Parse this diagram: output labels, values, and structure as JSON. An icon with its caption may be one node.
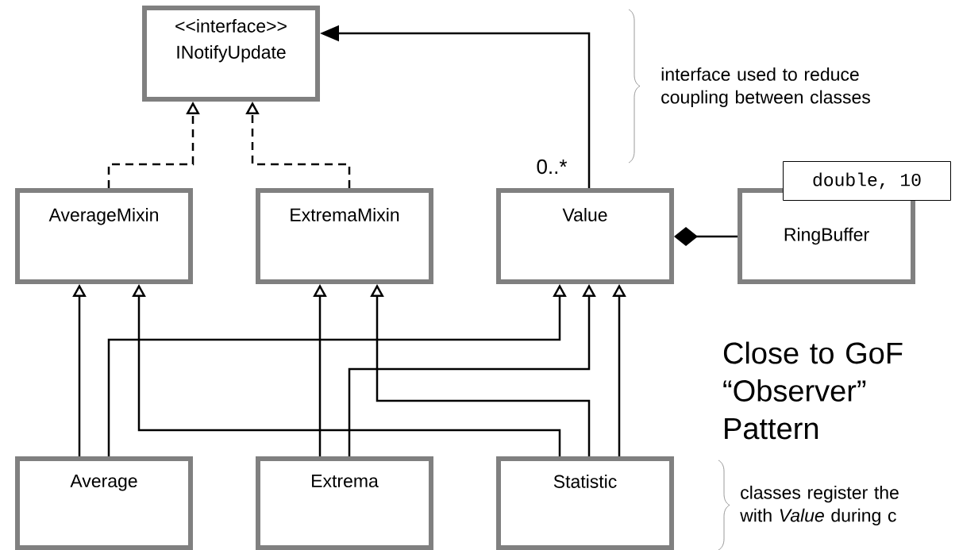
{
  "diagram": {
    "nodes": [
      {
        "text": [
          "<<interface>>",
          "INotifyUpdate"
        ]
      },
      {
        "text": [
          "AverageMixin"
        ]
      },
      {
        "text": [
          "ExtremaMixin"
        ]
      },
      {
        "text": [
          "Value"
        ]
      },
      {
        "text": [
          "RingBuffer"
        ],
        "beside": [
          "double, 10"
        ]
      },
      {
        "text": [
          "Average"
        ]
      },
      {
        "text": [
          "Extrema"
        ]
      },
      {
        "text": [
          "Statistic"
        ]
      }
    ],
    "edges": [
      {
        "from": 1,
        "to": 0,
        "arrow": "to",
        "style": "dashed"
      },
      {
        "from": 2,
        "to": 0,
        "arrow": "to",
        "style": "dashed"
      },
      {
        "from": 3,
        "to": 0,
        "arrow": "to",
        "label": "0..*"
      },
      {
        "from": 4,
        "to": 3,
        "arrow": "other"
      },
      {
        "from": 5,
        "to": 1,
        "arrow": "to"
      },
      {
        "from": 5,
        "to": 3,
        "arrow": "to"
      },
      {
        "from": 6,
        "to": 2,
        "arrow": "to"
      },
      {
        "from": 6,
        "to": 3,
        "arrow": "to"
      },
      {
        "from": 7,
        "to": 1,
        "arrow": "to"
      },
      {
        "from": 7,
        "to": 2,
        "arrow": "to"
      },
      {
        "from": 7,
        "to": 3,
        "arrow": "to"
      }
    ],
    "labels": [
      "interface used to reduce coupling between classes",
      "Close to GoF “Observer” Pattern",
      "classes register the with *Value* during c"
    ]
  }
}
